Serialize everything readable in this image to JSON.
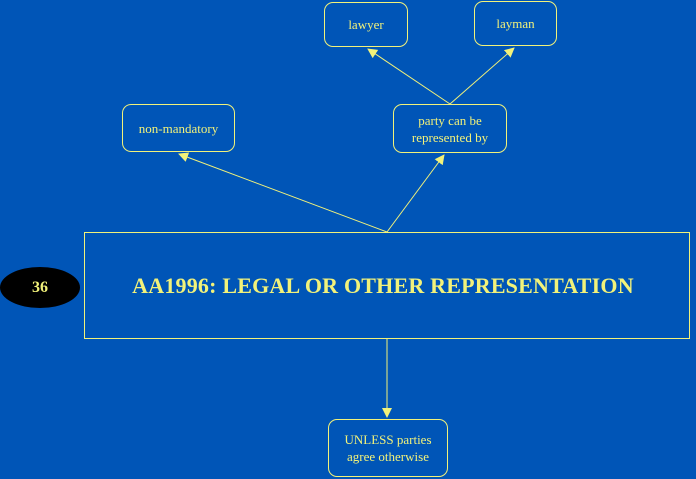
{
  "diagram": {
    "badge": "36",
    "title": "AA1996: LEGAL OR OTHER REPRESENTATION",
    "nodes": {
      "non_mandatory": "non-mandatory",
      "party_represented": "party can be\nrepresented by",
      "lawyer": "lawyer",
      "layman": "layman",
      "unless": "UNLESS parties\nagree otherwise"
    }
  },
  "colors": {
    "background": "#0055b7",
    "line": "#f2f27a",
    "badge": "#000000"
  }
}
